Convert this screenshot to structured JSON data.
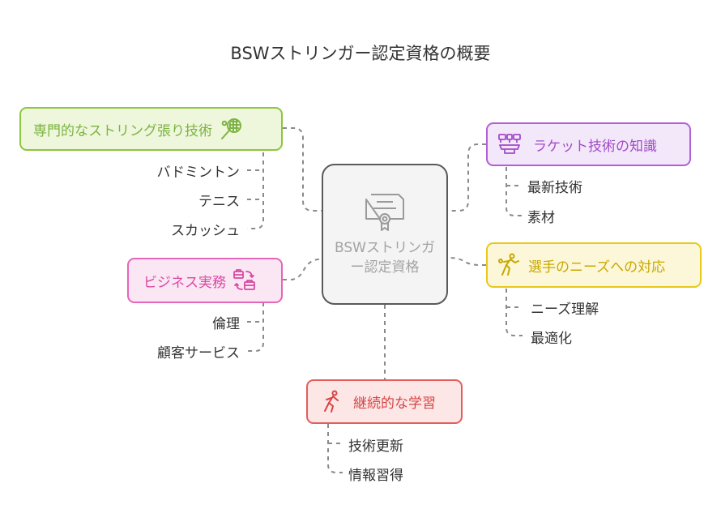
{
  "title": "BSWストリンガー認定資格の概要",
  "center": {
    "label": "BSWストリンガー認定資格",
    "icon": "certificate-icon"
  },
  "branches": {
    "stringing": {
      "label": "専門的なストリング張り技術",
      "icon": "tennis-racket-icon",
      "color": "#8dc63f",
      "fill": "#eef7dc",
      "text_color": "#7cb342",
      "items": [
        "バドミントン",
        "テニス",
        "スカッシュ"
      ]
    },
    "business": {
      "label": "ビジネス実務",
      "icon": "briefcase-exchange-icon",
      "color": "#e466b8",
      "fill": "#fbe6f3",
      "text_color": "#d64aa3",
      "items": [
        "倫理",
        "顧客サービス"
      ]
    },
    "racket": {
      "label": "ラケット技術の知識",
      "icon": "workstation-icon",
      "color": "#b25fd6",
      "fill": "#f3e7fa",
      "text_color": "#a24bc8",
      "items": [
        "最新技術",
        "素材"
      ]
    },
    "player": {
      "label": "選手のニーズへの対応",
      "icon": "player-icon",
      "color": "#e8c81a",
      "fill": "#fcf7d8",
      "text_color": "#c9a800",
      "items": [
        "ニーズ理解",
        "最適化"
      ]
    },
    "learning": {
      "label": "継続的な学習",
      "icon": "runner-icon",
      "color": "#e35d5d",
      "fill": "#fde6e6",
      "text_color": "#d64545",
      "items": [
        "技術更新",
        "情報習得"
      ]
    }
  }
}
